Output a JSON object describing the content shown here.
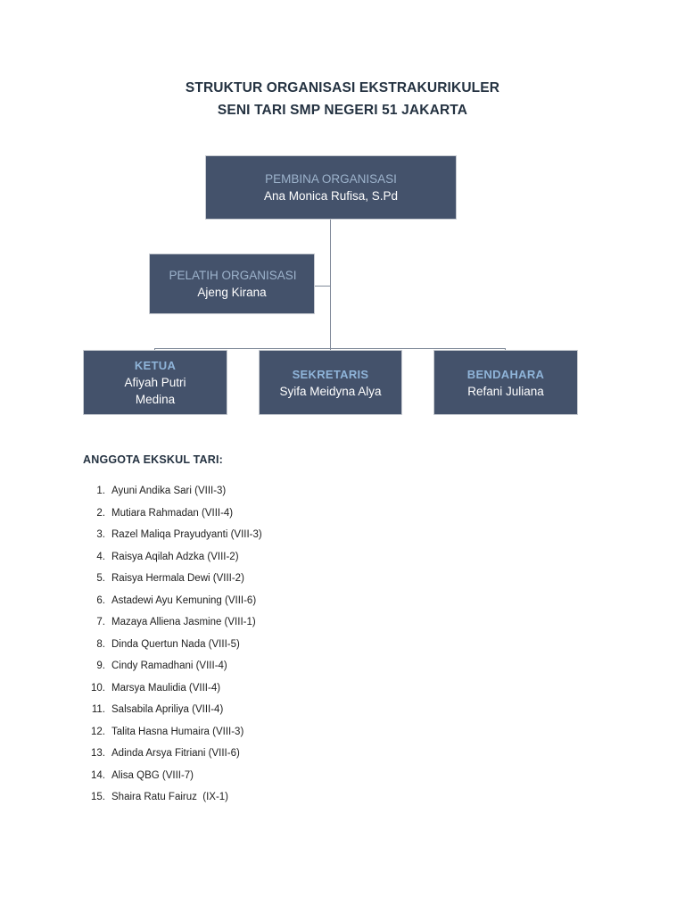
{
  "title": {
    "line1": "STRUKTUR ORGANISASI EKSTRAKURIKULER",
    "line2": "SENI TARI SMP NEGERI 51 JAKARTA"
  },
  "colors": {
    "box_fill": "#44526b",
    "box_border": "#c8ccd2",
    "role_text": "#9db3cc",
    "officer_role_text": "#8fb4d9",
    "person_text": "#ffffff",
    "heading_text": "#243241",
    "connector": "#808a99",
    "page_background": "#ffffff"
  },
  "chart_data": {
    "type": "diagram",
    "title": "STRUKTUR ORGANISASI EKSTRAKURIKULER SENI TARI SMP NEGERI 51 JAKARTA",
    "nodes": [
      {
        "id": "pembina",
        "role": "PEMBINA ORGANISASI",
        "person": "Ana Monica Rufisa, S.Pd",
        "level": 0
      },
      {
        "id": "pelatih",
        "role": "PELATIH ORGANISASI",
        "person": "Ajeng Kirana",
        "level": 1
      },
      {
        "id": "ketua",
        "role": "KETUA",
        "person": "Afiyah Putri Medina",
        "level": 2
      },
      {
        "id": "sekretaris",
        "role": "SEKRETARIS",
        "person": "Syifa Meidyna Alya",
        "level": 2
      },
      {
        "id": "bendahara",
        "role": "BENDAHARA",
        "person": "Refani Juliana",
        "level": 2
      }
    ],
    "edges": [
      {
        "from": "pembina",
        "to": "pelatih"
      },
      {
        "from": "pembina",
        "to": "ketua"
      },
      {
        "from": "pembina",
        "to": "sekretaris"
      },
      {
        "from": "pembina",
        "to": "bendahara"
      }
    ]
  },
  "nodes": {
    "pembina": {
      "role": "PEMBINA ORGANISASI",
      "person": "Ana Monica Rufisa, S.Pd"
    },
    "pelatih": {
      "role": "PELATIH ORGANISASI",
      "person": "Ajeng Kirana"
    },
    "ketua": {
      "role": "KETUA",
      "person_line1": "Afiyah Putri",
      "person_line2": "Medina"
    },
    "sekretaris": {
      "role": "SEKRETARIS",
      "person": "Syifa Meidyna Alya"
    },
    "bendahara": {
      "role": "BENDAHARA",
      "person": "Refani Juliana"
    }
  },
  "members": {
    "heading": "ANGGOTA EKSKUL TARI:",
    "items": [
      {
        "num": "1.",
        "name": "Ayuni Andika Sari (VIII-3)"
      },
      {
        "num": "2.",
        "name": "Mutiara Rahmadan (VIII-4)"
      },
      {
        "num": "3.",
        "name": "Razel Maliqa Prayudyanti (VIII-3)"
      },
      {
        "num": "4.",
        "name": "Raisya Aqilah Adzka (VIII-2)"
      },
      {
        "num": "5.",
        "name": "Raisya Hermala Dewi (VIII-2)"
      },
      {
        "num": "6.",
        "name": "Astadewi Ayu Kemuning (VIII-6)"
      },
      {
        "num": "7.",
        "name": "Mazaya Alliena Jasmine (VIII-1)"
      },
      {
        "num": "8.",
        "name": "Dinda Quertun Nada (VIII-5)"
      },
      {
        "num": "9.",
        "name": "Cindy Ramadhani (VIII-4)"
      },
      {
        "num": "10.",
        "name": "Marsya Maulidia (VIII-4)"
      },
      {
        "num": "11.",
        "name": "Salsabila Apriliya (VIII-4)"
      },
      {
        "num": "12.",
        "name": "Talita Hasna Humaira (VIII-3)"
      },
      {
        "num": "13.",
        "name": "Adinda Arsya Fitriani (VIII-6)"
      },
      {
        "num": "14.",
        "name": "Alisa QBG (VIII-7)"
      },
      {
        "num": "15.",
        "name": "Shaira Ratu Fairuz  (IX-1)"
      }
    ]
  }
}
